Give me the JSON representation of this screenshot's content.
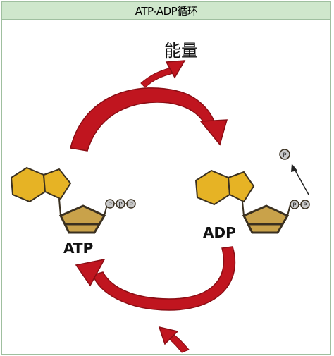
{
  "header": {
    "title": "ATP-ADP循环"
  },
  "labels": {
    "energy": "能量",
    "atp": "ATP",
    "adp": "ADP",
    "phosphate": "P"
  },
  "colors": {
    "arrow": "#c0151f",
    "arrow_dark": "#8a0d14",
    "hexagon_fill": "#e6b325",
    "pentagon_fill": "#c9a24a",
    "pentagon_dark": "#3a3020",
    "title_bg": "#cfe7cc"
  }
}
